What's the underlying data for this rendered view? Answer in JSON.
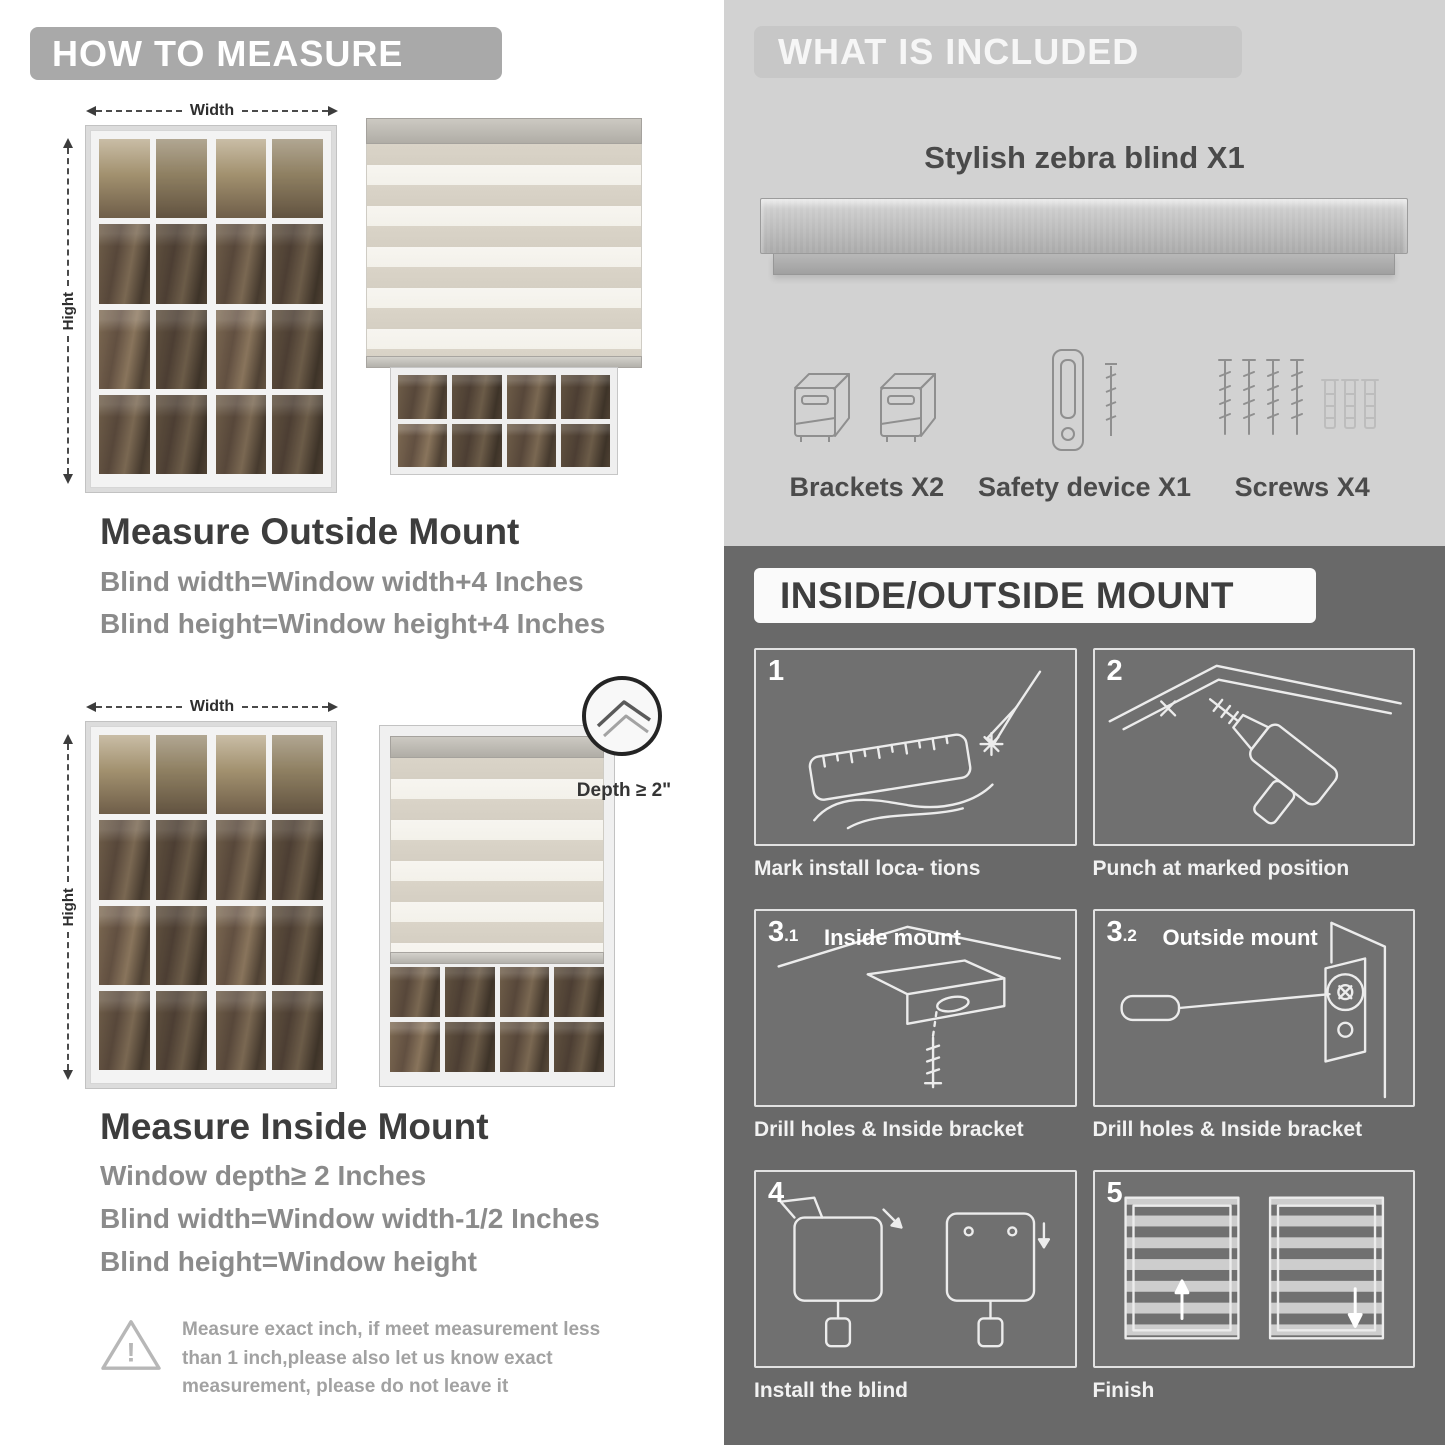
{
  "colors": {
    "header_banner_gray": "#a9a9a9",
    "included_panel_bg": "#d2d2d2",
    "mount_panel_bg": "#696969",
    "heading_text": "#3d3d3d",
    "formula_text": "#8b8b8b",
    "stripe_beige": "#d9d3c7",
    "stripe_sheer": "#f5f3ee"
  },
  "how_to_measure": {
    "header": "HOW TO MEASURE",
    "outside_mount": {
      "width_label": "Width",
      "height_label": "Hight",
      "title": "Measure Outside Mount",
      "formulas": [
        "Blind width=Window width+4 Inches",
        "Blind height=Window height+4 Inches"
      ]
    },
    "inside_mount": {
      "width_label": "Width",
      "height_label": "Hight",
      "depth_callout": "Depth ≥ 2\"",
      "depth_icon": "depth-zoom-circle-icon",
      "title": "Measure Inside Mount",
      "formulas": [
        "Window depth≥ 2 Inches",
        "Blind width=Window width-1/2 Inches",
        "Blind height=Window height"
      ]
    },
    "warning": {
      "icon": "warning-triangle-icon",
      "icon_glyph": "!",
      "text": "Measure exact inch, if meet measurement less than 1 inch,please also let us know exact measurement, please do not leave it"
    }
  },
  "included": {
    "header": "WHAT IS INCLUDED",
    "blind_label": "Stylish zebra blind X1",
    "parts": [
      {
        "icon": "brackets-icon",
        "label": "Brackets X2"
      },
      {
        "icon": "safety-device-icon",
        "label": "Safety device X1"
      },
      {
        "icon": "screws-icon",
        "label": "Screws X4"
      }
    ]
  },
  "mount_guide": {
    "header": "INSIDE/OUTSIDE MOUNT",
    "steps": [
      {
        "num": "1",
        "sub": "",
        "title": "",
        "caption": "Mark install loca- tions",
        "icon": "mark-location-icon"
      },
      {
        "num": "2",
        "sub": "",
        "title": "",
        "caption": "Punch at  marked position",
        "icon": "drill-icon"
      },
      {
        "num": "3",
        "sub": ".1",
        "title": "Inside mount",
        "caption": "Drill holes &  Inside bracket",
        "icon": "inside-bracket-icon"
      },
      {
        "num": "3",
        "sub": ".2",
        "title": "Outside mount",
        "caption": "Drill holes &  Inside bracket",
        "icon": "outside-bracket-icon"
      },
      {
        "num": "4",
        "sub": "",
        "title": "",
        "caption": "Install the blind",
        "icon": "install-blind-icon"
      },
      {
        "num": "5",
        "sub": "",
        "title": "",
        "caption": "Finish",
        "icon": "finish-icon"
      }
    ]
  }
}
